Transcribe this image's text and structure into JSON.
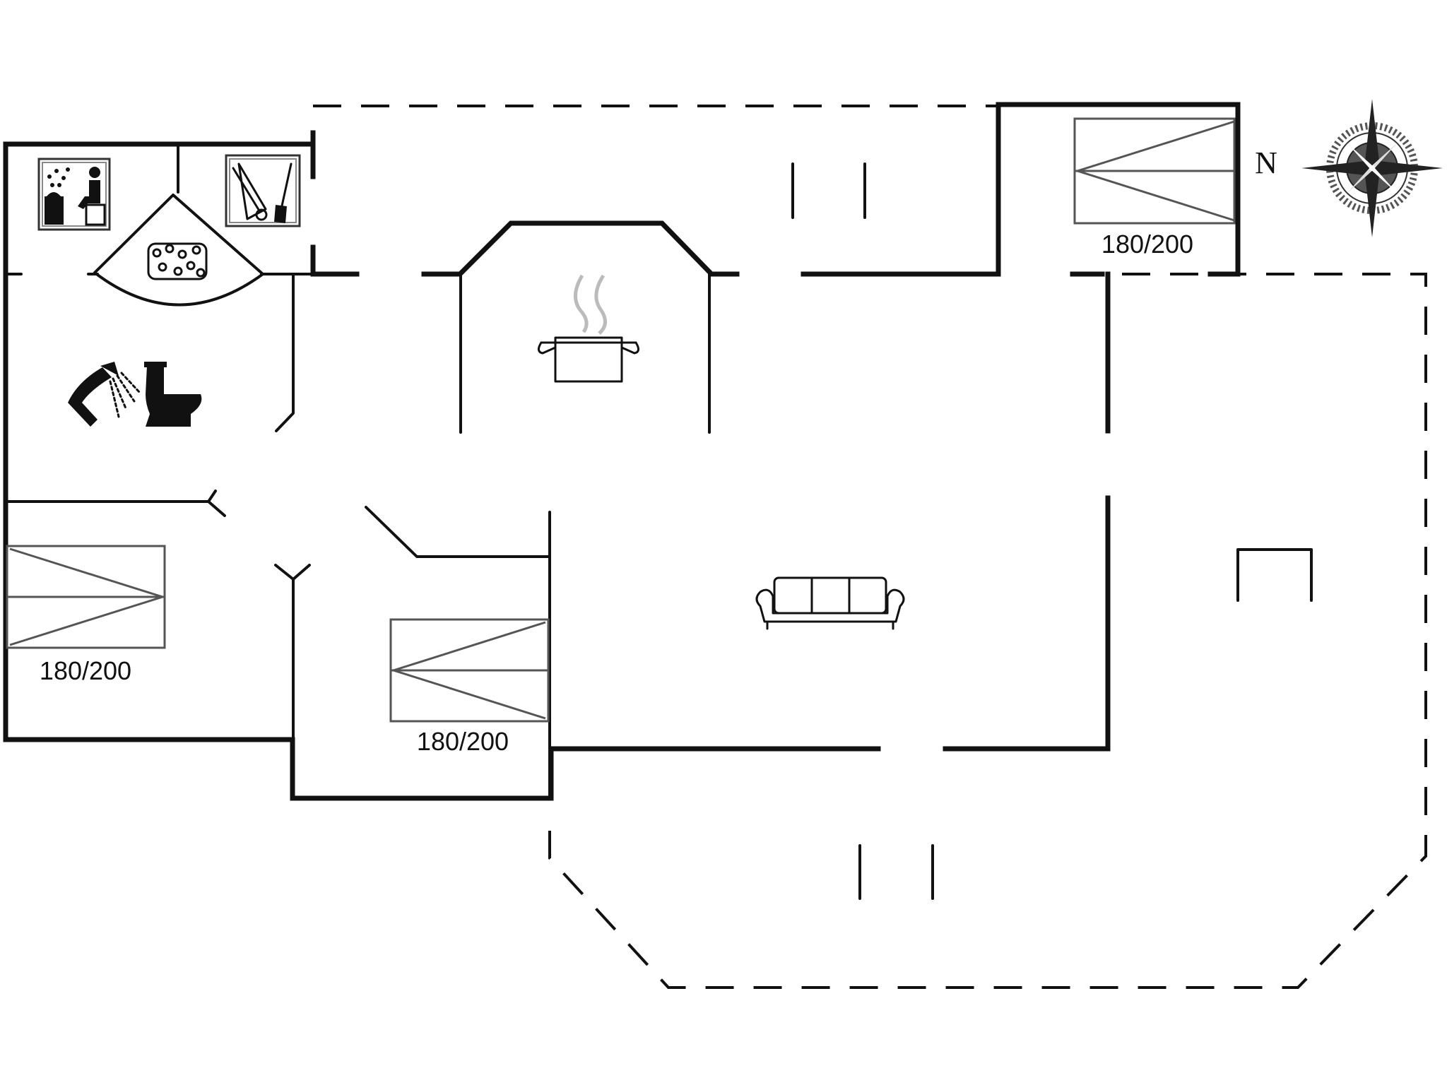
{
  "beds": [
    {
      "label": "180/200"
    },
    {
      "label": "180/200"
    },
    {
      "label": "180/200"
    }
  ],
  "compass": {
    "north_label": "N"
  },
  "icons": [
    "sauna-icon",
    "washing-machine-icon",
    "hot-tub-icon",
    "shower-icon",
    "toilet-icon",
    "stove-pot-icon",
    "sofa-icon",
    "compass-rose-icon"
  ]
}
